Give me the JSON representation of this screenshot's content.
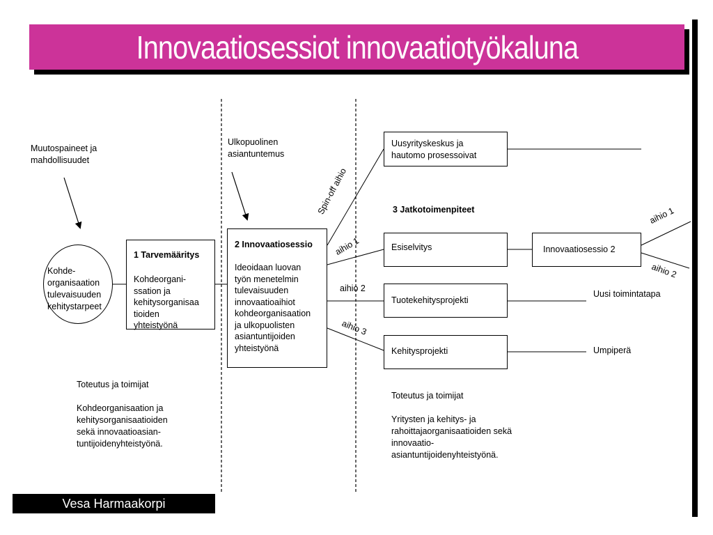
{
  "title": "Innovaatiosessiot innovaatiotyökaluna",
  "footer": "Vesa Harmaakorpi",
  "colors": {
    "title_bar": "#cc3399",
    "title_text": "#ffffff",
    "footer_bg": "#000000"
  },
  "labels": {
    "pressures": "Muutospaineet ja\nmahdollisuudet",
    "external_expertise": "Ulkopuolinen\nasiantuntemus",
    "circle": "Kohde-\norganisaation\ntulevaisuuden\nkehitystarpeet",
    "stage3_heading": "3 Jatkotoimenpiteet",
    "spinoff": "Spin-off aihio",
    "aihio1_left": "aihio 1",
    "aihio2_left": "aihio 2",
    "aihio3_left": "aihio 3",
    "aihio1_right": "aihio 1",
    "aihio2_right": "aihio 2",
    "new_way": "Uusi toimintatapa",
    "dead_end": "Umpiperä"
  },
  "boxes": {
    "stage1": {
      "title": "1 Tarvemääritys",
      "body": "Kohdeorgani-\nssation ja\nkehitysorganisaa\ntioiden\nyhteistyönä"
    },
    "stage2": {
      "title": "2 Innovaatiosessio",
      "body": "Ideoidaan luovan\ntyön menetelmin\ntulevaisuuden\ninnovaatioaihiot\nkohdeorganisaation\nja ulkopuolisten\nasiantuntijoiden\nyhteistyönä"
    },
    "incubator": "Uusyrityskeskus ja\nhautomo prosessoivat",
    "pre_study": "Esiselvitys",
    "product_dev": "Tuotekehitysprojekti",
    "dev_project": "Kehitysprojekti",
    "session2": "Innovaatiosessio 2"
  },
  "implementation": {
    "left": "Toteutus ja toimijat\n\nKohdeorganisaation ja\nkehitysorganisaatioiden\nsekä innovaatioasian-\ntuntijoidenyhteistyönä.",
    "right": "Toteutus ja toimijat\n\nYritysten ja kehitys- ja\nrahoittajaorganisaatioiden sekä\ninnovaatio-\nasiantuntijoidenyhteistyönä."
  }
}
